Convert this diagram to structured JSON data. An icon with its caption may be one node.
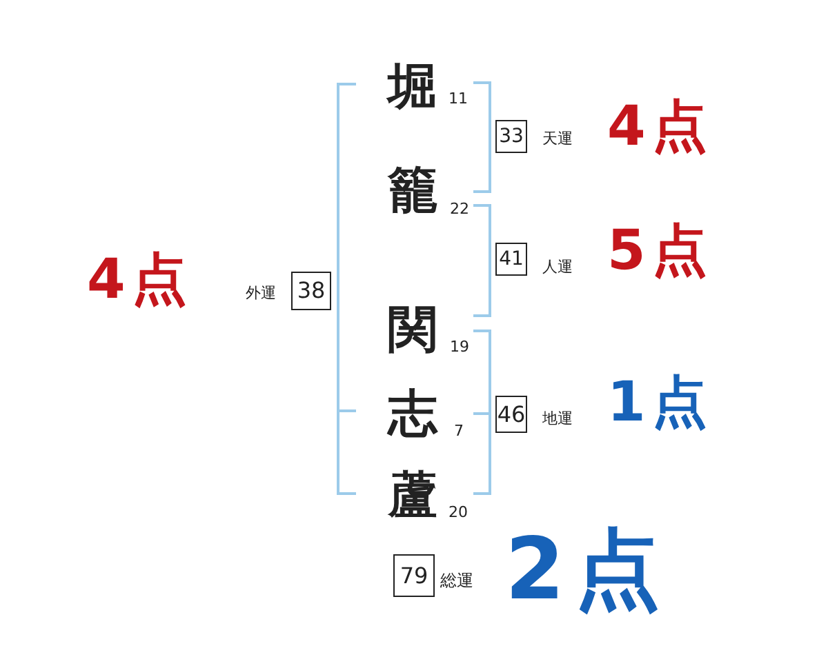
{
  "diagram": {
    "nodes": [
      {
        "text": [
          "33"
        ],
        "beside": [
          "天運",
          "4点"
        ]
      },
      {
        "text": [
          "41"
        ],
        "beside": [
          "人運",
          "5点"
        ]
      },
      {
        "text": [
          "38"
        ],
        "beside": [
          "外運",
          "4点"
        ]
      },
      {
        "text": [
          "46"
        ],
        "beside": [
          "地運",
          "1点"
        ]
      },
      {
        "text": [
          "79"
        ],
        "beside": [
          "総運",
          "2点"
        ]
      }
    ],
    "labels": [
      "堀",
      "11",
      "籠",
      "22",
      "関",
      "19",
      "志",
      "7",
      "蘆",
      "20"
    ]
  }
}
